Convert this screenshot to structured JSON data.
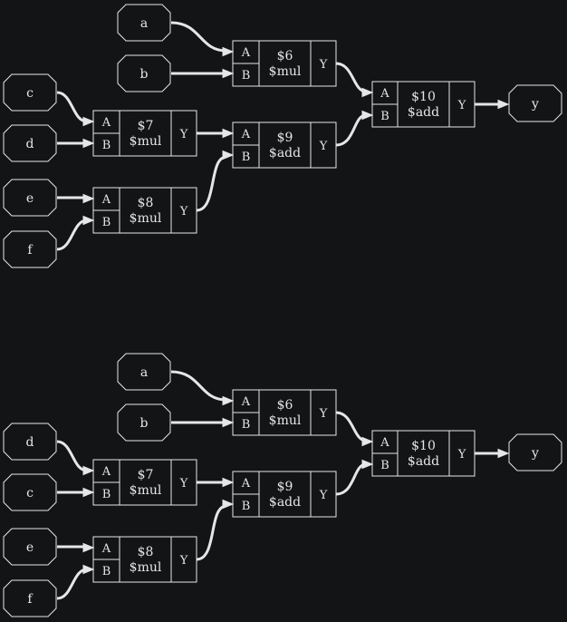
{
  "colors": {
    "background": "#131416",
    "stroke": "#e6e6e6",
    "text": "#e6e6e6"
  },
  "diagrams": [
    {
      "inputs": [
        "a",
        "b",
        "c",
        "d",
        "e",
        "f"
      ],
      "output": "y",
      "cells": {
        "c6": {
          "id": "$6",
          "op": "$mul",
          "pin_a": "A",
          "pin_b": "B",
          "pin_y": "Y"
        },
        "c7": {
          "id": "$7",
          "op": "$mul",
          "pin_a": "A",
          "pin_b": "B",
          "pin_y": "Y"
        },
        "c8": {
          "id": "$8",
          "op": "$mul",
          "pin_a": "A",
          "pin_b": "B",
          "pin_y": "Y"
        },
        "c9": {
          "id": "$9",
          "op": "$add",
          "pin_a": "A",
          "pin_b": "B",
          "pin_y": "Y"
        },
        "c10": {
          "id": "$10",
          "op": "$add",
          "pin_a": "A",
          "pin_b": "B",
          "pin_y": "Y"
        }
      }
    },
    {
      "inputs": [
        "a",
        "b",
        "d",
        "c",
        "e",
        "f"
      ],
      "output": "y",
      "cells": {
        "c6": {
          "id": "$6",
          "op": "$mul",
          "pin_a": "A",
          "pin_b": "B",
          "pin_y": "Y"
        },
        "c7": {
          "id": "$7",
          "op": "$mul",
          "pin_a": "A",
          "pin_b": "B",
          "pin_y": "Y"
        },
        "c8": {
          "id": "$8",
          "op": "$mul",
          "pin_a": "A",
          "pin_b": "B",
          "pin_y": "Y"
        },
        "c9": {
          "id": "$9",
          "op": "$add",
          "pin_a": "A",
          "pin_b": "B",
          "pin_y": "Y"
        },
        "c10": {
          "id": "$10",
          "op": "$add",
          "pin_a": "A",
          "pin_b": "B",
          "pin_y": "Y"
        }
      }
    }
  ]
}
